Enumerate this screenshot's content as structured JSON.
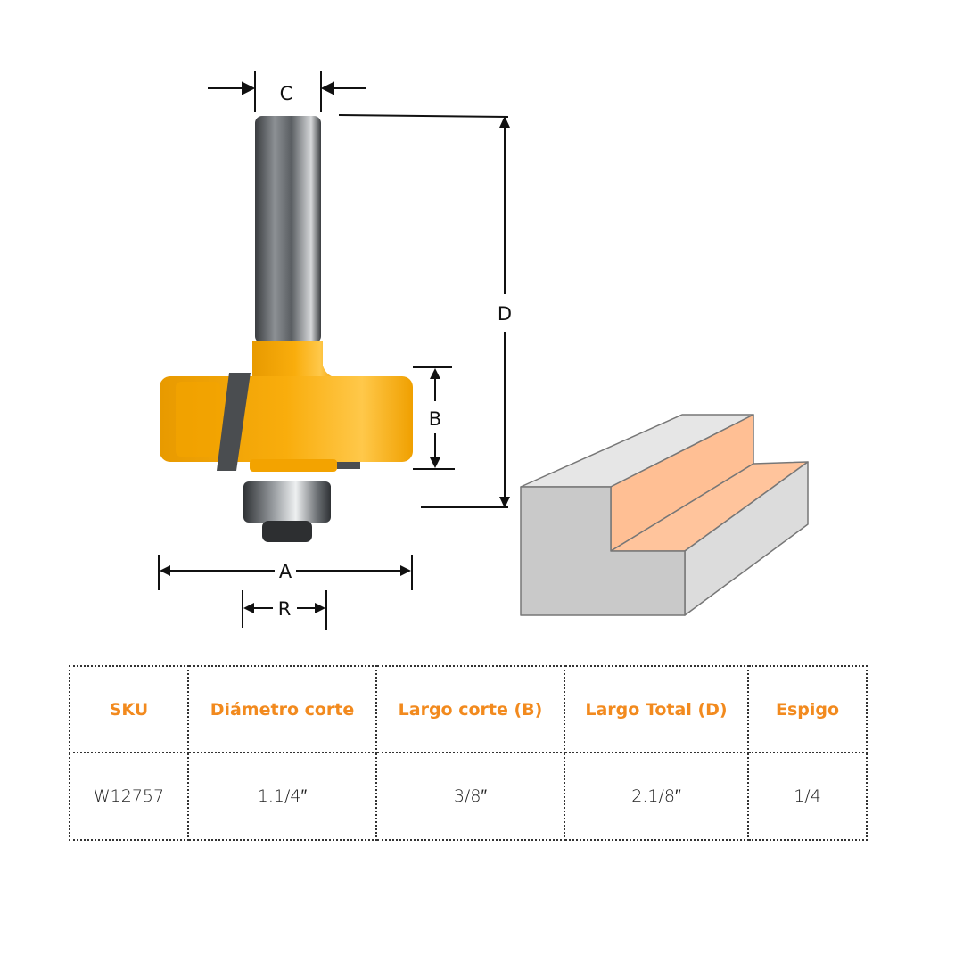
{
  "diagram": {
    "labels": {
      "a": "A",
      "b": "B",
      "c": "C",
      "d": "D",
      "r": "R"
    },
    "colors": {
      "body": "#f7a800",
      "shank": "#555a5f",
      "profile_cut": "#ffbf94",
      "block": "#cfcfcf"
    }
  },
  "table": {
    "headers": [
      "SKU",
      "Diámetro corte",
      "Largo corte (B)",
      "Largo Total (D)",
      "Espigo"
    ],
    "rows": [
      [
        "W12757",
        "1.1/4″",
        "3/8″",
        "2.1/8″",
        "1/4"
      ]
    ],
    "header_color": "#f28a1e"
  }
}
